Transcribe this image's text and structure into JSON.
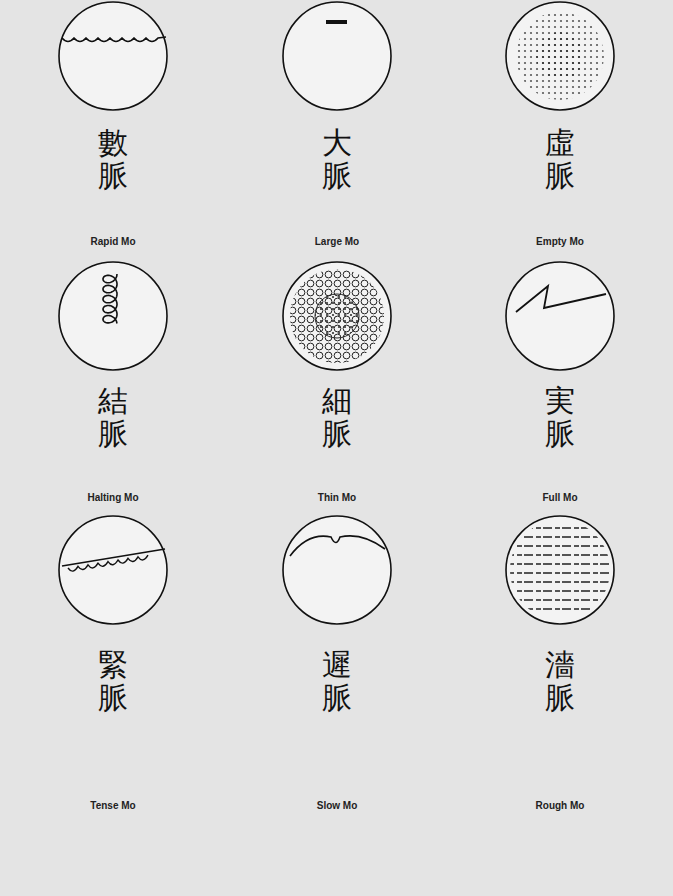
{
  "diagram": {
    "labels": [
      "數脈",
      "Rapid Mo",
      "大脈",
      "Large Mo",
      "虛脈",
      "Empty Mo",
      "結脈",
      "Halting Mo",
      "細脈",
      "Thin Mo",
      "実脈",
      "Full Mo",
      "緊脈",
      "Tense Mo",
      "遲脈",
      "Slow Mo",
      "濇脈",
      "Rough Mo"
    ]
  }
}
